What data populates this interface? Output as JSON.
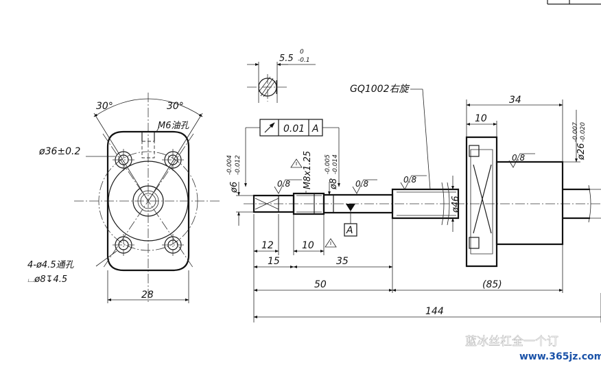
{
  "labels": {
    "angle_left": "30°",
    "angle_right": "30°",
    "m6_oil_hole": "M6油孔",
    "dia36": "ø36±0.2",
    "holes_line1": "4-ø4.5通孔",
    "holes_line2": "⌴ø8↧4.5",
    "flange_width": "28",
    "flat_dim": "5.5",
    "flat_tol_upper": "0",
    "flat_tol_lower": "-0.1",
    "gq_label": "GQ1002右旋",
    "runout_symbol": "↗",
    "runout_value": "0.01",
    "runout_datum": "A",
    "dia6": "ø6",
    "dia6_tol_upper": "-0.004",
    "dia6_tol_lower": "-0.012",
    "m8": "M8x1.25",
    "dia8": "ø8",
    "dia8_tol_upper": "-0.005",
    "dia8_tol_lower": "-0.014",
    "rough1": "0.8",
    "rough2": "0.8",
    "rough3": "0.8",
    "rough4": "0.8",
    "dia46": "ø46",
    "dia26": "ø26",
    "dia26_tol_upper": "-0.007",
    "dia26_tol_lower": "-0.020",
    "dim_34": "34",
    "dim_10_top": "10",
    "datum_a": "A",
    "dim_12": "12",
    "dim_10": "10",
    "dim_15": "15",
    "dim_35": "35",
    "dim_50": "50",
    "dim_85": "(85)",
    "dim_144": "144",
    "watermark_title": "蓝冰丝杠全一个订",
    "watermark_url": "www.365jz.com"
  }
}
